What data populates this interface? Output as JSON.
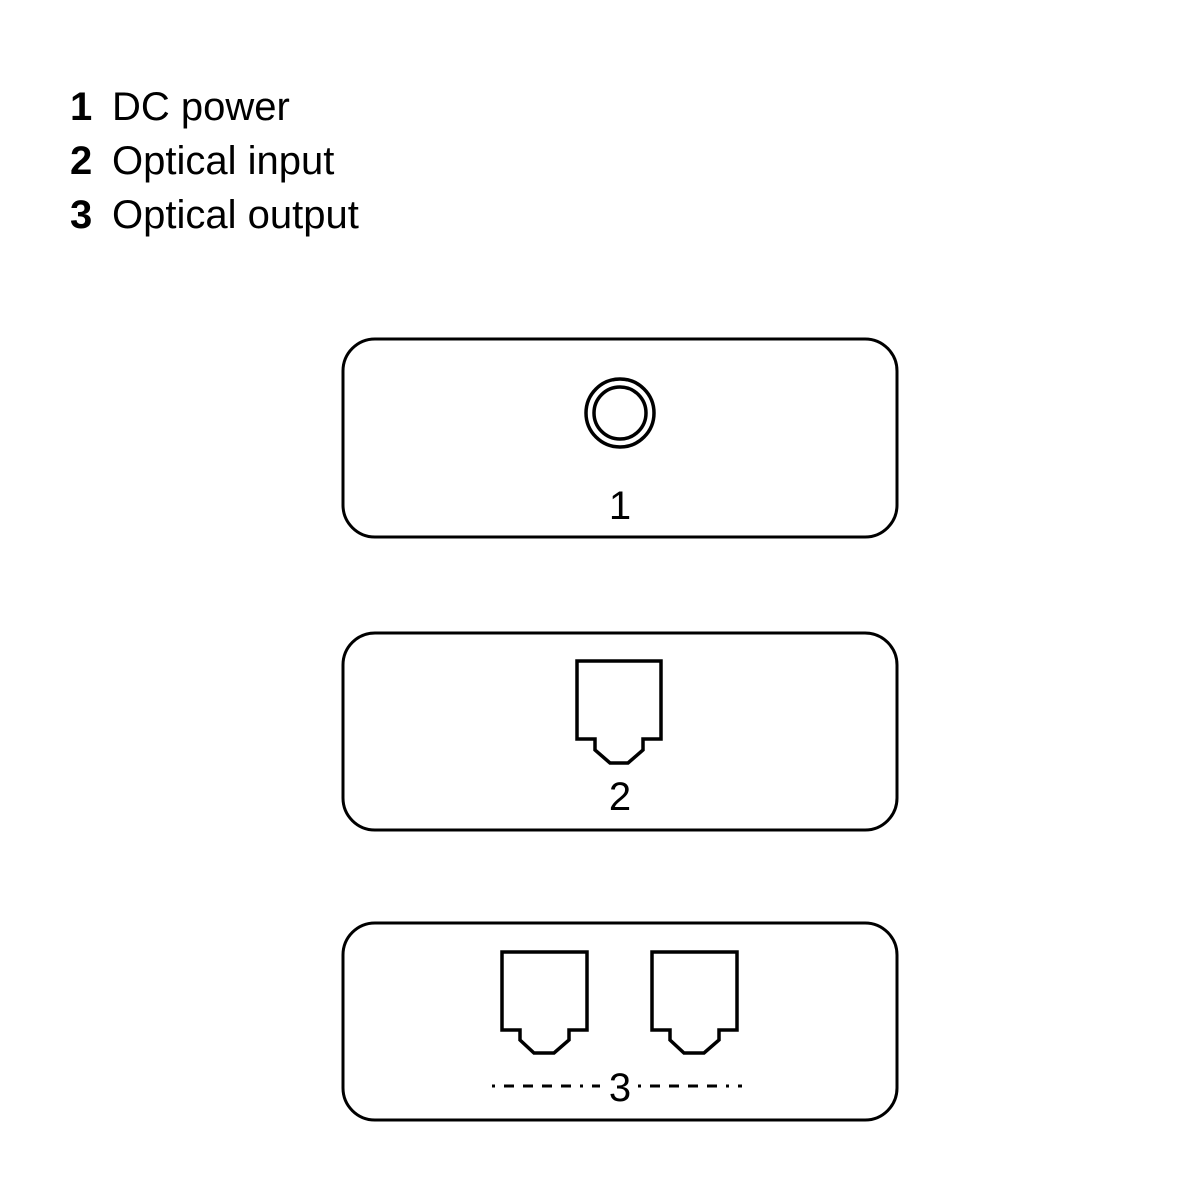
{
  "legend": [
    {
      "number": "1",
      "label": "DC power"
    },
    {
      "number": "2",
      "label": "Optical input"
    },
    {
      "number": "3",
      "label": "Optical output"
    }
  ],
  "panels": [
    {
      "label": "1",
      "port": "dc-power-jack"
    },
    {
      "label": "2",
      "port": "optical-port"
    },
    {
      "label": "3",
      "port": "optical-port-pair"
    }
  ]
}
